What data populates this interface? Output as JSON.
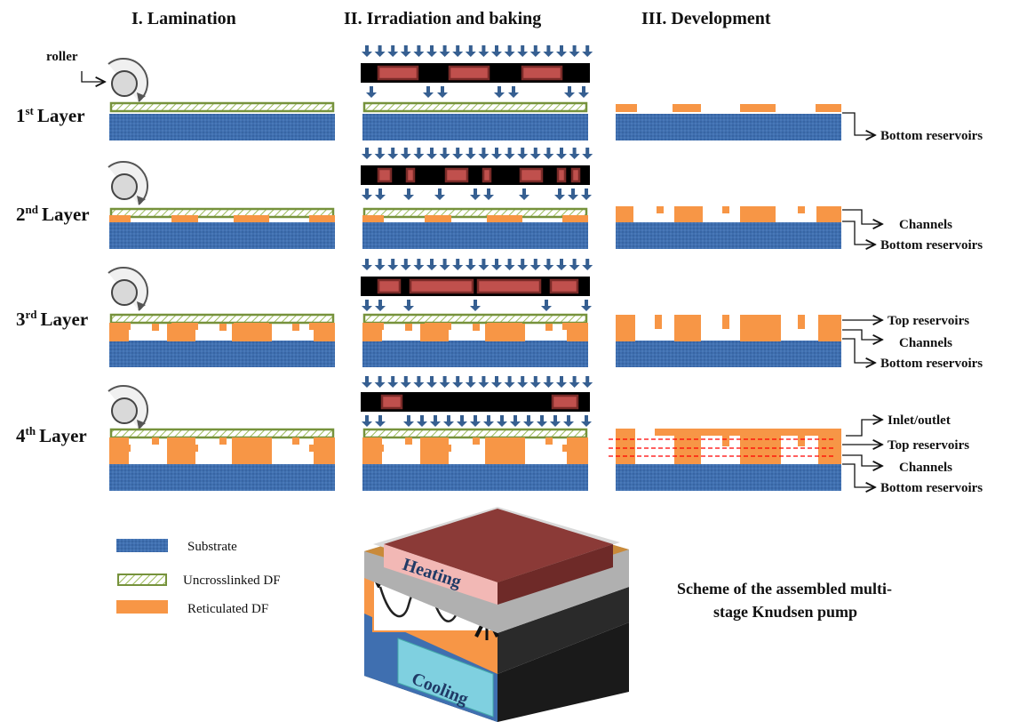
{
  "column_titles": {
    "lamination": "I. Lamination",
    "irradiation": "II. Irradiation and baking",
    "development": "III. Development"
  },
  "roller_label": "roller",
  "layers": [
    {
      "ordinal": "1",
      "suffix": "st",
      "word": "Layer"
    },
    {
      "ordinal": "2",
      "suffix": "nd",
      "word": "Layer"
    },
    {
      "ordinal": "3",
      "suffix": "rd",
      "word": "Layer"
    },
    {
      "ordinal": "4",
      "suffix": "th",
      "word": "Layer"
    }
  ],
  "structure_labels": {
    "bottom_reservoirs": "Bottom reservoirs",
    "channels": "Channels",
    "top_reservoirs": "Top reservoirs",
    "inlet_outlet": "Inlet/outlet"
  },
  "legend": {
    "substrate": "Substrate",
    "uncrosslinked": "Uncrosslinked DF",
    "reticulated": "Reticulated DF"
  },
  "pump": {
    "heating": "Heating",
    "cooling": "Cooling"
  },
  "caption": {
    "line1": "Scheme of the assembled multi-",
    "line2": "stage Knudsen pump"
  },
  "colors": {
    "substrate": "#3f6fb0",
    "reticulated": "#f79646",
    "uncrosslinked": "#76923c",
    "mask": "#000000",
    "mask_window": "#c0504d",
    "arrow": "#365f91",
    "dashed": "#ff0000",
    "heating": "#8b3a37",
    "cooling": "#7fd0e0"
  }
}
